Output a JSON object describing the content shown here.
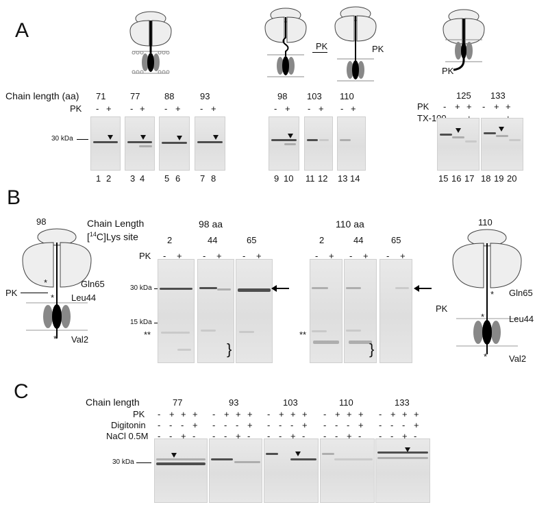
{
  "panels": {
    "a": "A",
    "b": "B",
    "c": "C"
  },
  "panel_a": {
    "chain_length_label": "Chain length (aa)",
    "pk_label": "PK",
    "tx_label": "TX-100",
    "marker": "30 kDa",
    "lengths": [
      "71",
      "77",
      "88",
      "93",
      "98",
      "103",
      "110",
      "125",
      "133"
    ],
    "signs": [
      "-",
      "+"
    ],
    "lanes": [
      "1",
      "2",
      "3",
      "4",
      "5",
      "6",
      "7",
      "8",
      "9",
      "10",
      "11",
      "12",
      "13",
      "14",
      "15",
      "16",
      "17",
      "18",
      "19",
      "20"
    ],
    "diagram_pk": "PK"
  },
  "panel_b": {
    "left_length": "98",
    "right_length": "110",
    "chain_length_label": "Chain Length",
    "lys_site_label": "[14C]Lys site",
    "lys_super": "14",
    "left_group": "98 aa",
    "right_group": "110 aa",
    "sites": [
      "2",
      "44",
      "65"
    ],
    "pk_label": "PK",
    "marker_30": "30 kDa",
    "marker_15": "15 kDa",
    "double_star": "**",
    "residues": {
      "gln": "Gln65",
      "leu": "Leu44",
      "val": "Val2"
    },
    "pk": "PK",
    "star": "*",
    "brace": "}"
  },
  "panel_c": {
    "chain_length_label": "Chain length",
    "pk_label": "PK",
    "digitonin_label": "Digitonin",
    "nacl_label": "NaCl 0.5M",
    "marker": "30 kDa",
    "lengths": [
      "77",
      "93",
      "103",
      "110",
      "133"
    ]
  }
}
